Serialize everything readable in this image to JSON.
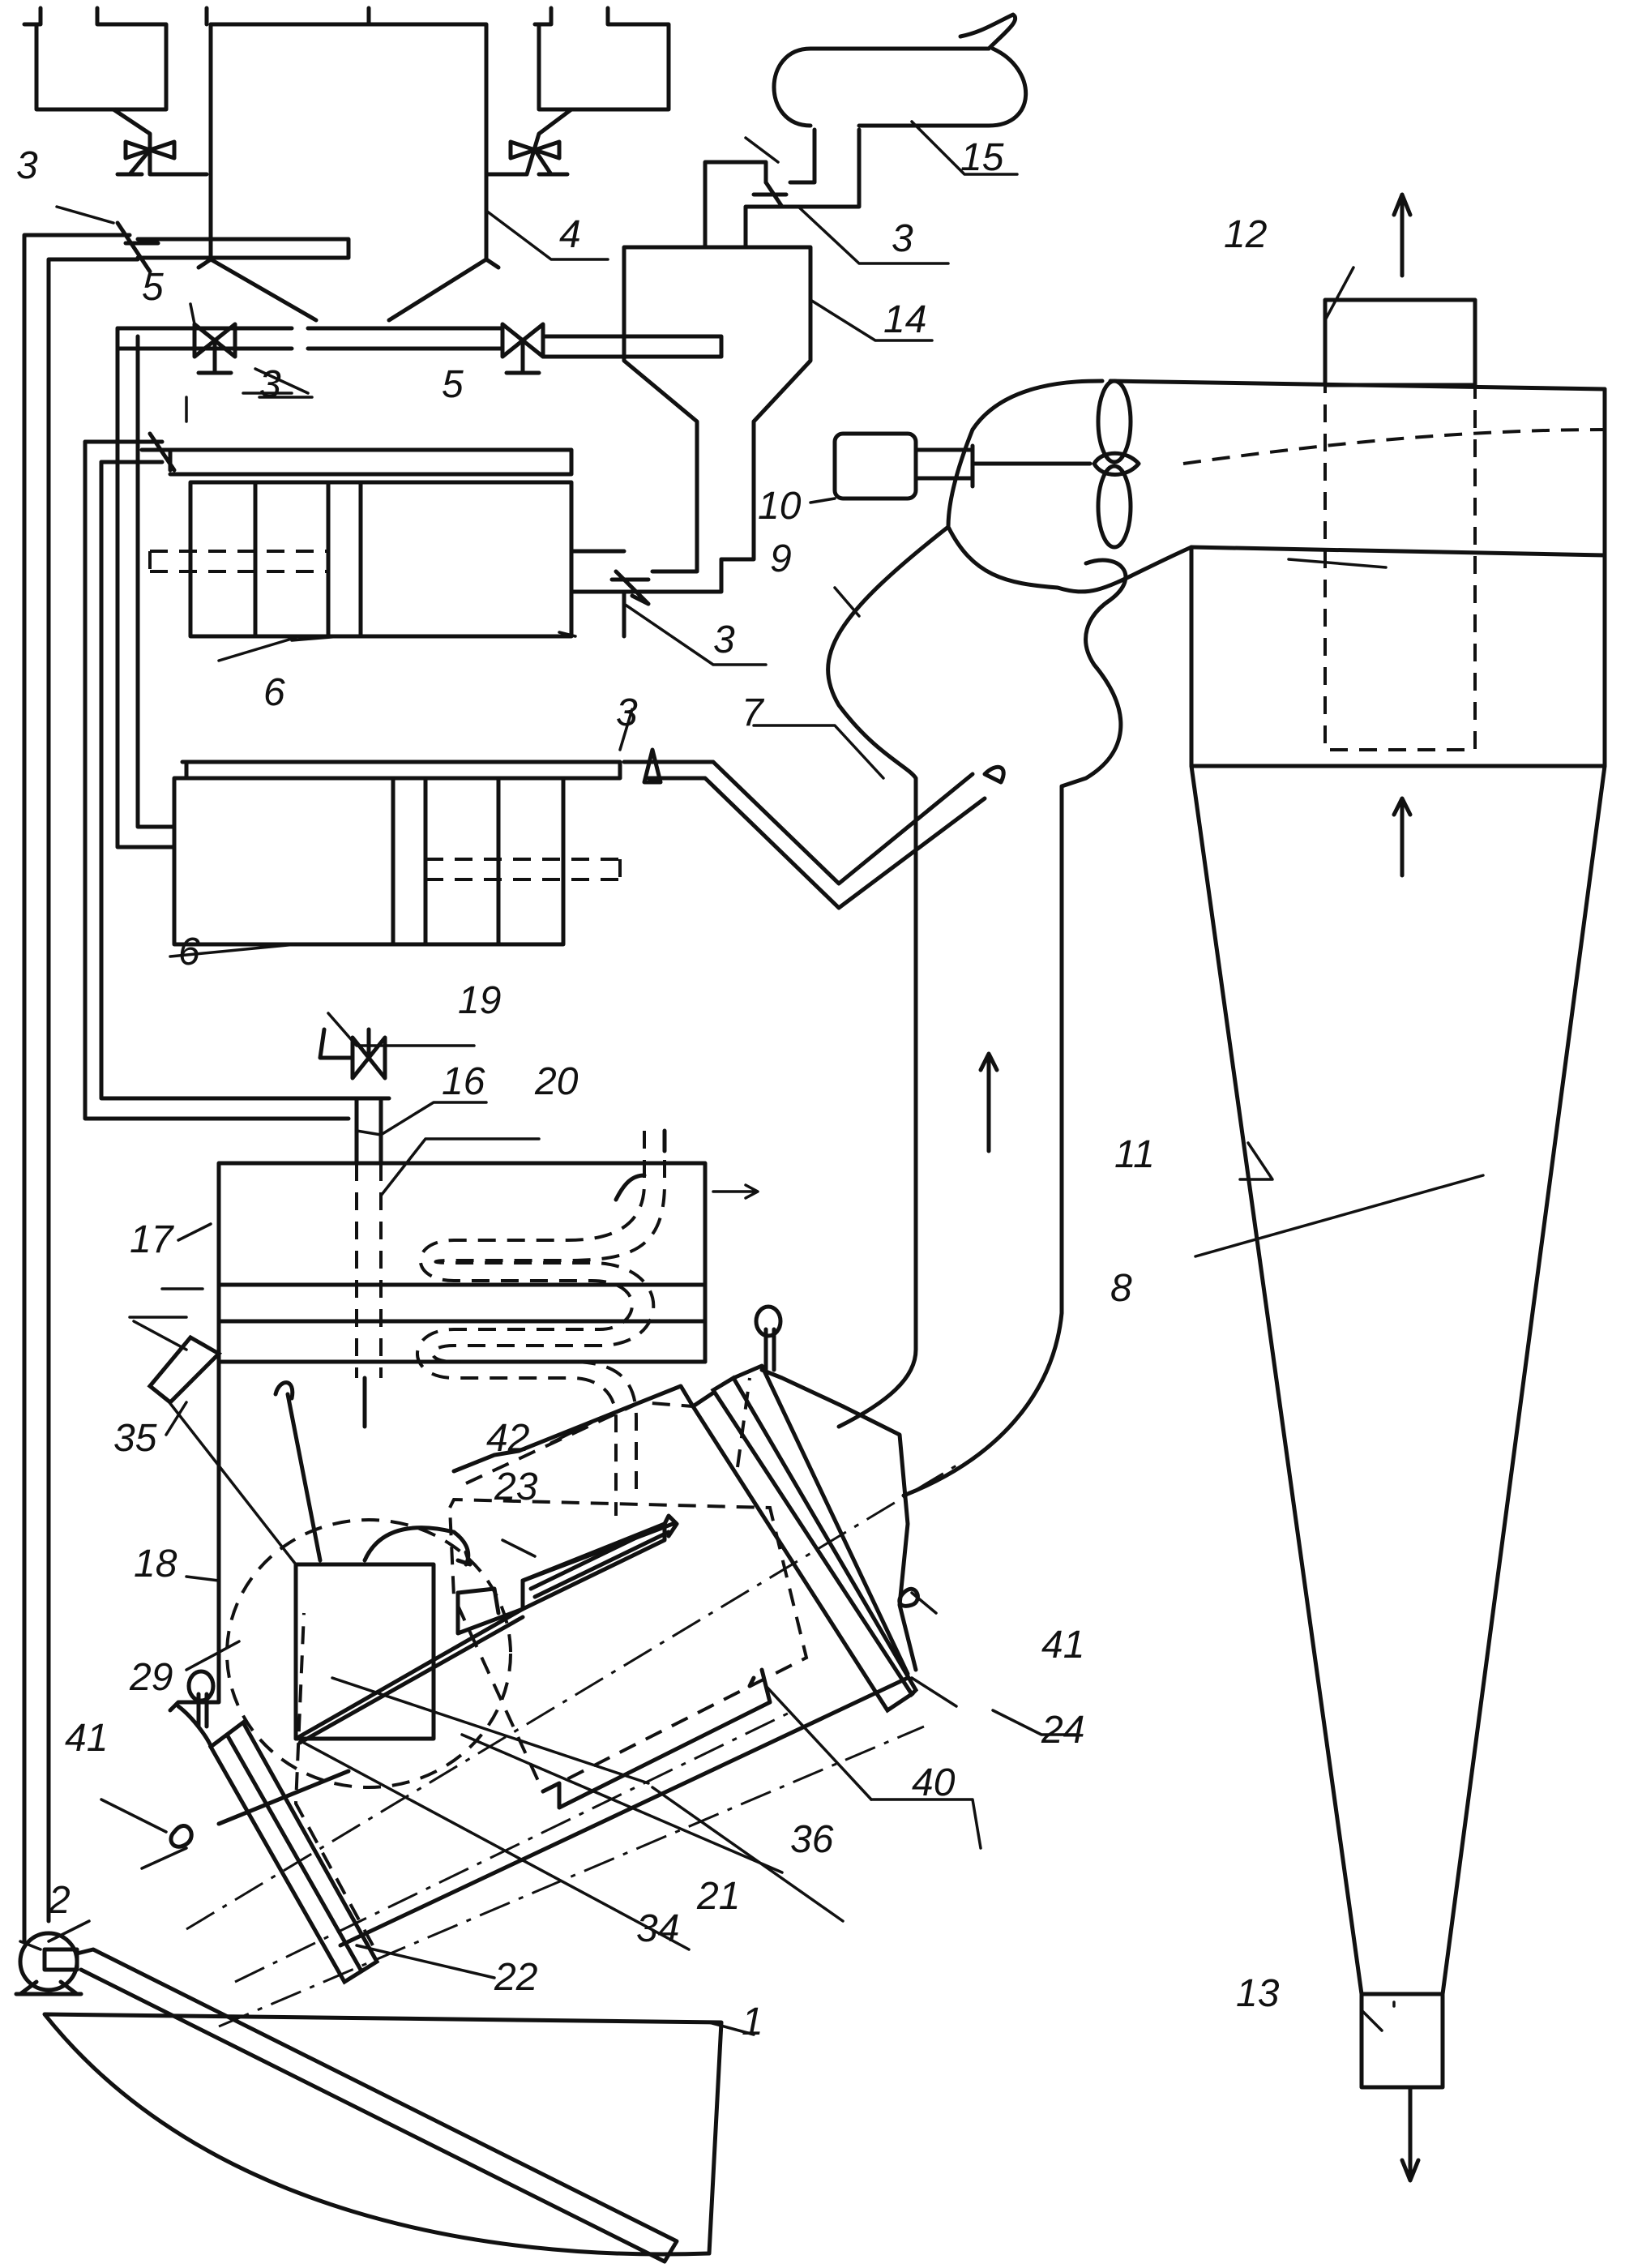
{
  "figure": {
    "labels": [
      {
        "id": "n1",
        "text": "1"
      },
      {
        "id": "n2",
        "text": "2"
      },
      {
        "id": "n3a",
        "text": "3"
      },
      {
        "id": "n3b",
        "text": "3"
      },
      {
        "id": "n3c",
        "text": "3"
      },
      {
        "id": "n3d",
        "text": "3"
      },
      {
        "id": "n3e",
        "text": "3"
      },
      {
        "id": "n4",
        "text": "4"
      },
      {
        "id": "n5a",
        "text": "5"
      },
      {
        "id": "n5b",
        "text": "5"
      },
      {
        "id": "n6a",
        "text": "6"
      },
      {
        "id": "n6b",
        "text": "6"
      },
      {
        "id": "n7",
        "text": "7"
      },
      {
        "id": "n8",
        "text": "8"
      },
      {
        "id": "n9",
        "text": "9"
      },
      {
        "id": "n10",
        "text": "10"
      },
      {
        "id": "n11",
        "text": "11"
      },
      {
        "id": "n12",
        "text": "12"
      },
      {
        "id": "n13",
        "text": "13"
      },
      {
        "id": "n14",
        "text": "14"
      },
      {
        "id": "n15",
        "text": "15"
      },
      {
        "id": "n16",
        "text": "16"
      },
      {
        "id": "n17",
        "text": "17"
      },
      {
        "id": "n18",
        "text": "18"
      },
      {
        "id": "n19",
        "text": "19"
      },
      {
        "id": "n20",
        "text": "20"
      },
      {
        "id": "n21",
        "text": "21"
      },
      {
        "id": "n22",
        "text": "22"
      },
      {
        "id": "n23",
        "text": "23"
      },
      {
        "id": "n24",
        "text": "24"
      },
      {
        "id": "n29",
        "text": "29"
      },
      {
        "id": "n34",
        "text": "34"
      },
      {
        "id": "n35",
        "text": "35"
      },
      {
        "id": "n36",
        "text": "36"
      },
      {
        "id": "n40",
        "text": "40"
      },
      {
        "id": "n41a",
        "text": "41"
      },
      {
        "id": "n41b",
        "text": "41"
      },
      {
        "id": "n42",
        "text": "42"
      }
    ]
  }
}
